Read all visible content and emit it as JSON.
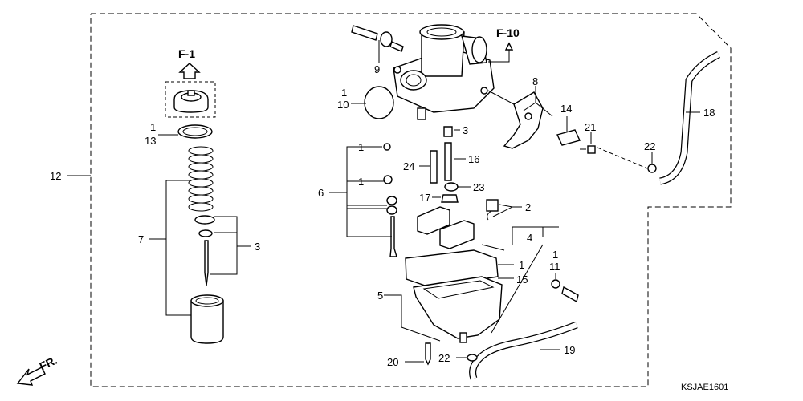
{
  "references": {
    "f1": "F-1",
    "f10": "F-10",
    "front": "FR."
  },
  "diagram_code": "KSJAE1601",
  "callouts": {
    "c1a": "1",
    "c13": "13",
    "c12": "12",
    "c7": "7",
    "c3a": "3",
    "c1b": "1",
    "c10": "10",
    "c9": "9",
    "c8": "8",
    "c14": "14",
    "c21": "21",
    "c18": "18",
    "c22a": "22",
    "c3b": "3",
    "c16": "16",
    "c24": "24",
    "c1c": "1",
    "c1d": "1",
    "c6": "6",
    "c23": "23",
    "c17": "17",
    "c2": "2",
    "c4": "4",
    "c1e": "1",
    "c15": "15",
    "c5": "5",
    "c1f": "1",
    "c11": "11",
    "c19": "19",
    "c20": "20",
    "c22b": "22"
  }
}
